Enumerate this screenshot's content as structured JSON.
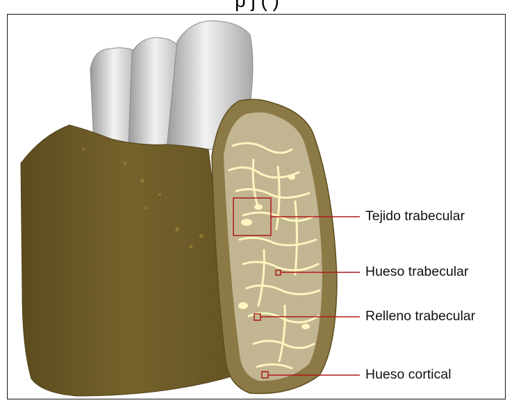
{
  "header": {
    "title": "p            j   (            )"
  },
  "labels": {
    "trabecular_tissue": "Tejido trabecular",
    "trabecular_bone": "Hueso trabecular",
    "trabecular_fill": "Relleno trabecular",
    "cortical_bone": "Hueso cortical"
  },
  "colors": {
    "cortical": "#8c7a46",
    "bone_outer": "#6e5c28",
    "trabecular_fill": "#c2b592",
    "trabecular_bone": "#fdf6bf",
    "teeth": "#d8d8d8",
    "callout_line": "#b01818"
  }
}
